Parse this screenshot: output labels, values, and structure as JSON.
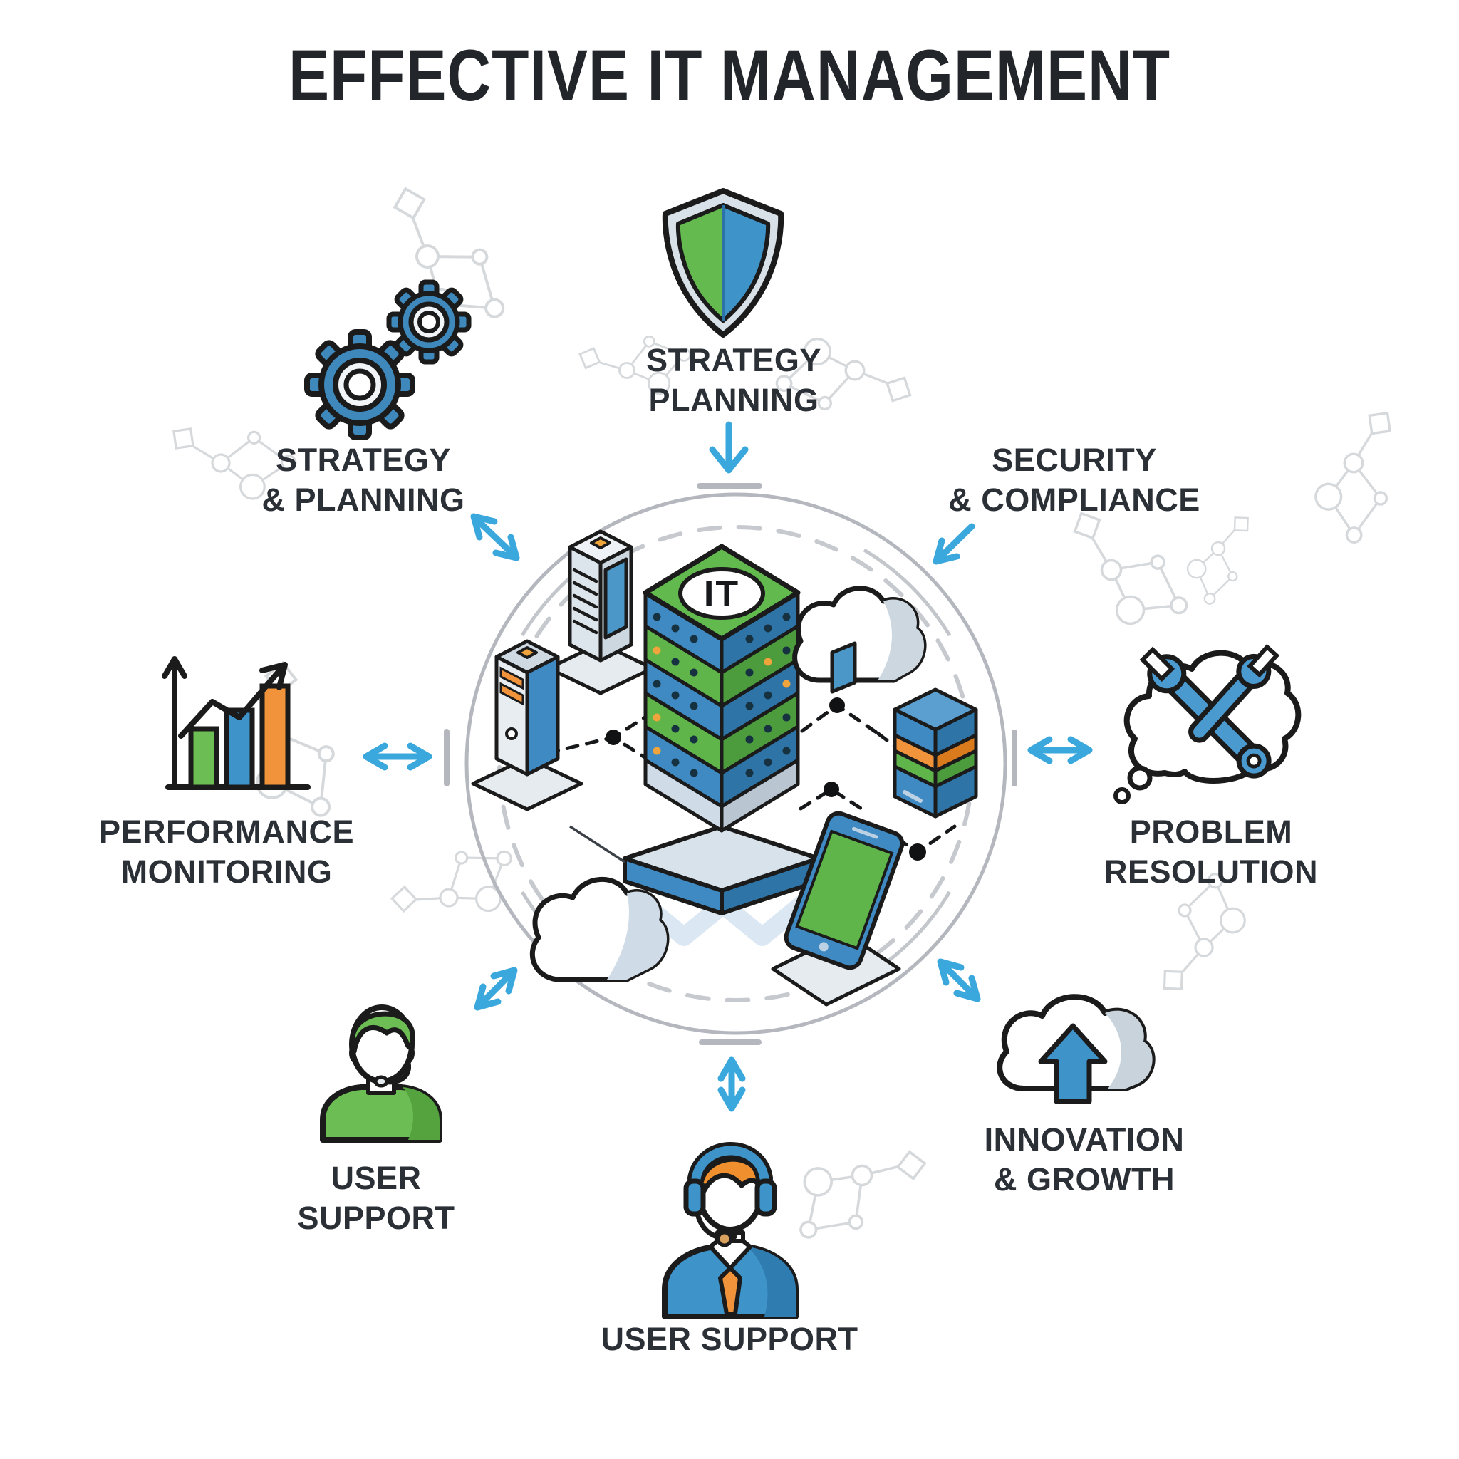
{
  "title": "EFFECTIVE IT MANAGEMENT",
  "hub": {
    "label": "IT"
  },
  "nodes": {
    "strategy_planning_top": {
      "line1": "STRATEGY",
      "line2": "PLANNING",
      "icon": "shield-icon"
    },
    "strategy_planning_left": {
      "line1": "STRATEGY",
      "line2": "& PLANNING",
      "icon": "gears-icon"
    },
    "security_compliance": {
      "line1": "SECURITY",
      "line2": "& COMPLIANCE",
      "icon": "none"
    },
    "performance_monitoring": {
      "line1": "PERFORMANCE",
      "line2": "MONITORING",
      "icon": "bar-chart-icon"
    },
    "problem_resolution": {
      "line1": "PROBLEM",
      "line2": "RESOLUTION",
      "icon": "tools-thought-cloud-icon"
    },
    "user_support_left": {
      "line1": "USER",
      "line2": "SUPPORT",
      "icon": "support-agent-icon"
    },
    "innovation_growth": {
      "line1": "INNOVATION",
      "line2": "& GROWTH",
      "icon": "cloud-upload-icon"
    },
    "user_support_bottom": {
      "line1": "USER SUPPORT",
      "icon": "headset-agent-icon"
    }
  },
  "colors": {
    "arrow_blue": "#3aa8dc",
    "icon_blue": "#3f8ac2",
    "icon_green": "#62b94e",
    "icon_orange": "#f0933a",
    "outline": "#1b1b1b",
    "circle_gray": "#b4b8be",
    "title_text": "#22262b",
    "label_text": "#2b2f36"
  }
}
